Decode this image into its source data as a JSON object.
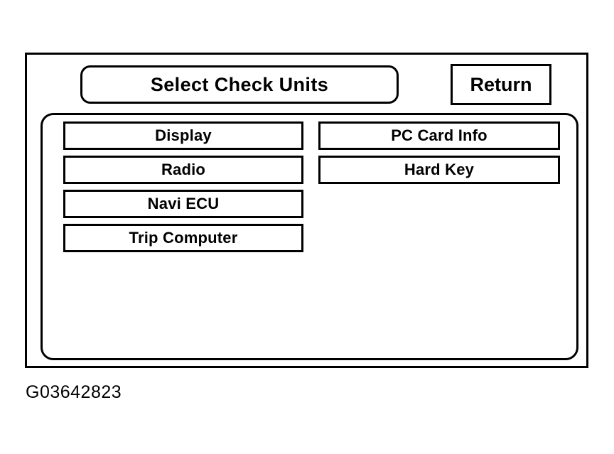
{
  "frame": {
    "header": {
      "title": "Select Check Units",
      "return_label": "Return"
    },
    "menu": {
      "left_column": [
        {
          "label": "Display"
        },
        {
          "label": "Radio"
        },
        {
          "label": "Navi ECU"
        },
        {
          "label": "Trip Computer"
        }
      ],
      "right_column": [
        {
          "label": "PC Card Info"
        },
        {
          "label": "Hard Key"
        }
      ]
    }
  },
  "caption": "G03642823",
  "colors": {
    "ink": "#000000",
    "background": "#ffffff"
  }
}
